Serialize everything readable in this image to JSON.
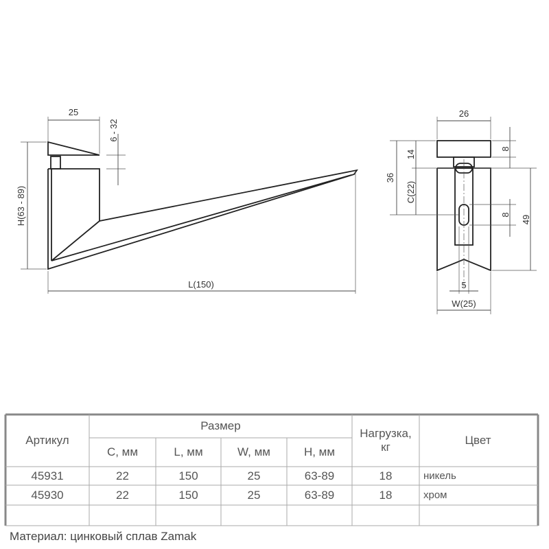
{
  "drawing": {
    "side_view": {
      "dim_top": "25",
      "dim_thickness": "6 - 32",
      "dim_height": "H(63 - 89)",
      "dim_length": "L(150)"
    },
    "front_view": {
      "dim_width_top": "26",
      "dim_36": "36",
      "dim_14": "14",
      "dim_c": "C(22)",
      "dim_8_top": "8",
      "dim_8_slot": "8",
      "dim_49": "49",
      "dim_5": "5",
      "dim_w": "W(25)"
    }
  },
  "table": {
    "header": {
      "article": "Артикул",
      "size": "Размер",
      "load": "Нагрузка, кг",
      "color": "Цвет",
      "c": "C, мм",
      "l": "L, мм",
      "w": "W, мм",
      "h": "H, мм"
    },
    "rows": [
      {
        "article": "45931",
        "c": "22",
        "l": "150",
        "w": "25",
        "h": "63-89",
        "load": "18",
        "color": "никель"
      },
      {
        "article": "45930",
        "c": "22",
        "l": "150",
        "w": "25",
        "h": "63-89",
        "load": "18",
        "color": "хром"
      }
    ]
  },
  "material": "Материал: цинковый сплав Zamak",
  "colors": {
    "line": "#222222",
    "table_border": "#888888",
    "text": "#555555"
  }
}
